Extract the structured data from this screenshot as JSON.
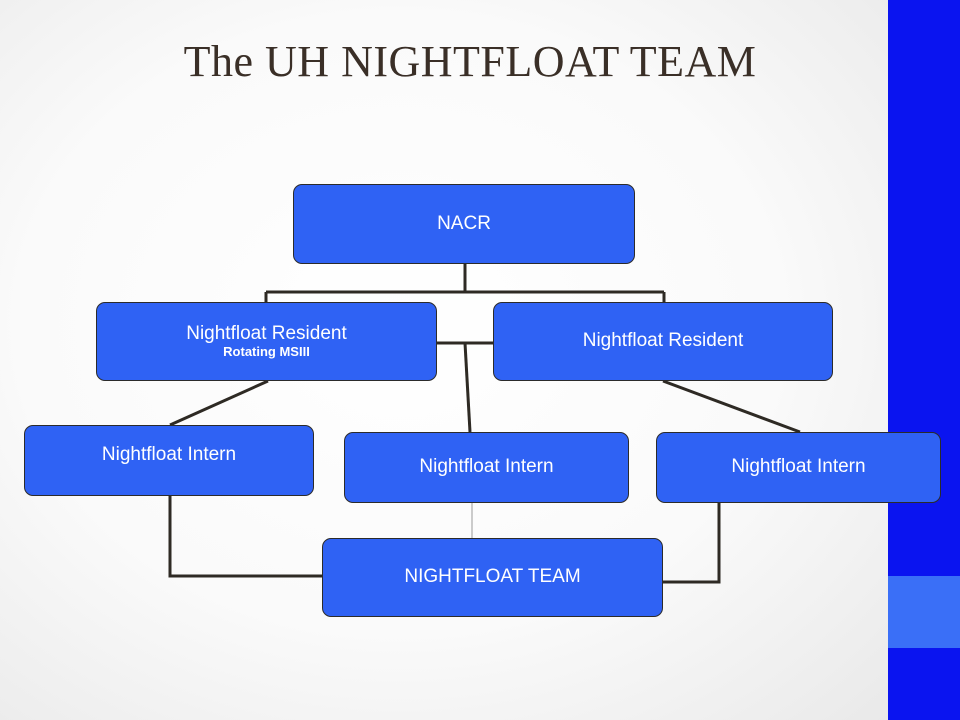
{
  "title": "The UH NIGHTFLOAT TEAM",
  "colors": {
    "node_fill": "#2f62f4",
    "connector": "#2e2a24",
    "sidebar": "#0a14f0",
    "sidebar_accent": "#3a6ff7",
    "title": "#3a2f27"
  },
  "nodes": {
    "nacr": {
      "label": "NACR"
    },
    "resident_left": {
      "label": "Nightfloat Resident",
      "sublabel": "Rotating MSIII"
    },
    "resident_right": {
      "label": "Nightfloat Resident"
    },
    "intern_left": {
      "label": "Nightfloat Intern"
    },
    "intern_center": {
      "label": "Nightfloat Intern"
    },
    "intern_right": {
      "label": "Nightfloat Intern"
    },
    "team": {
      "label": "NIGHTFLOAT TEAM"
    }
  }
}
